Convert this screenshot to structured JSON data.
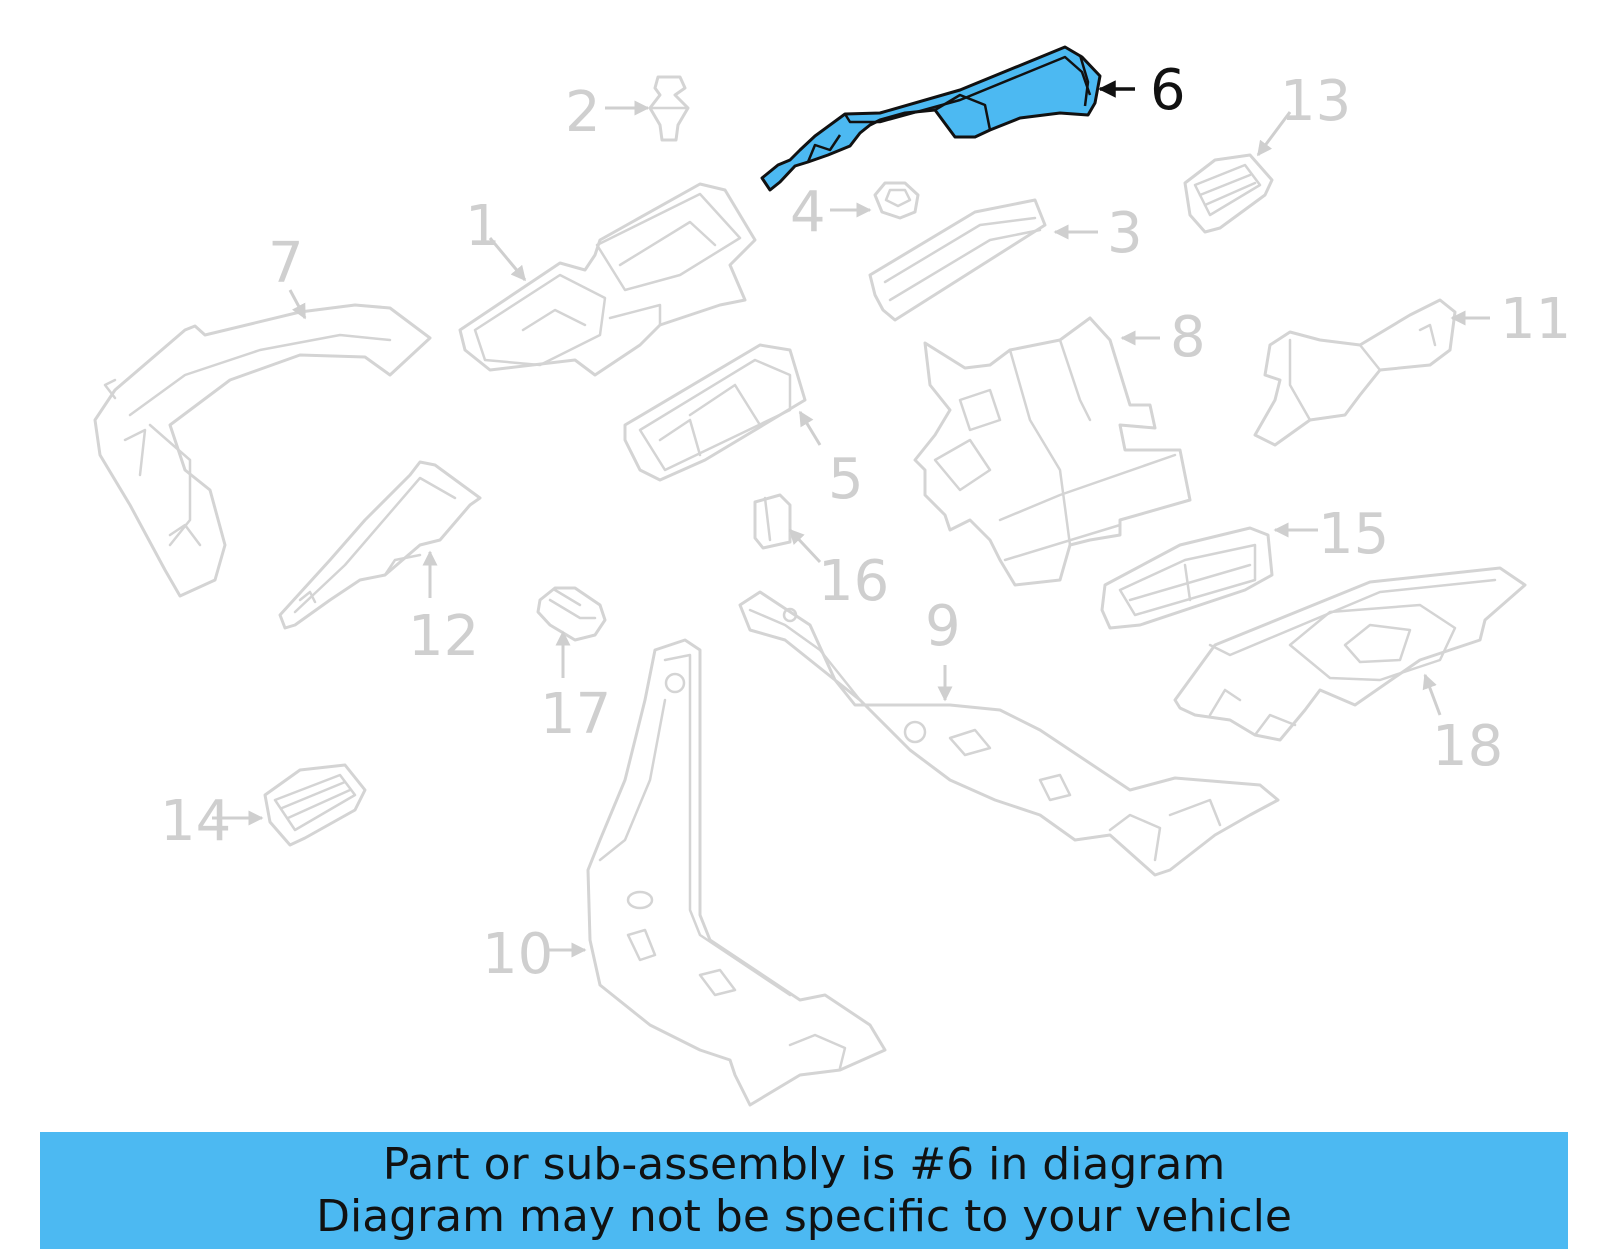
{
  "colors": {
    "highlight": "#4cb9f2",
    "banner": "#4cb9f2",
    "outline": "#d4d4d4",
    "callout_text": "#cfcfcf",
    "highlight_text": "#111111"
  },
  "callouts": {
    "c1": "1",
    "c2": "2",
    "c3": "3",
    "c4": "4",
    "c5": "5",
    "c6": "6",
    "c7": "7",
    "c8": "8",
    "c9": "9",
    "c10": "10",
    "c11": "11",
    "c12": "12",
    "c13": "13",
    "c14": "14",
    "c15": "15",
    "c16": "16",
    "c17": "17",
    "c18": "18"
  },
  "highlighted_part": "6",
  "banner": {
    "line1": "Part or sub-assembly is #6 in diagram",
    "line2": "Diagram may not be specific to your vehicle"
  }
}
